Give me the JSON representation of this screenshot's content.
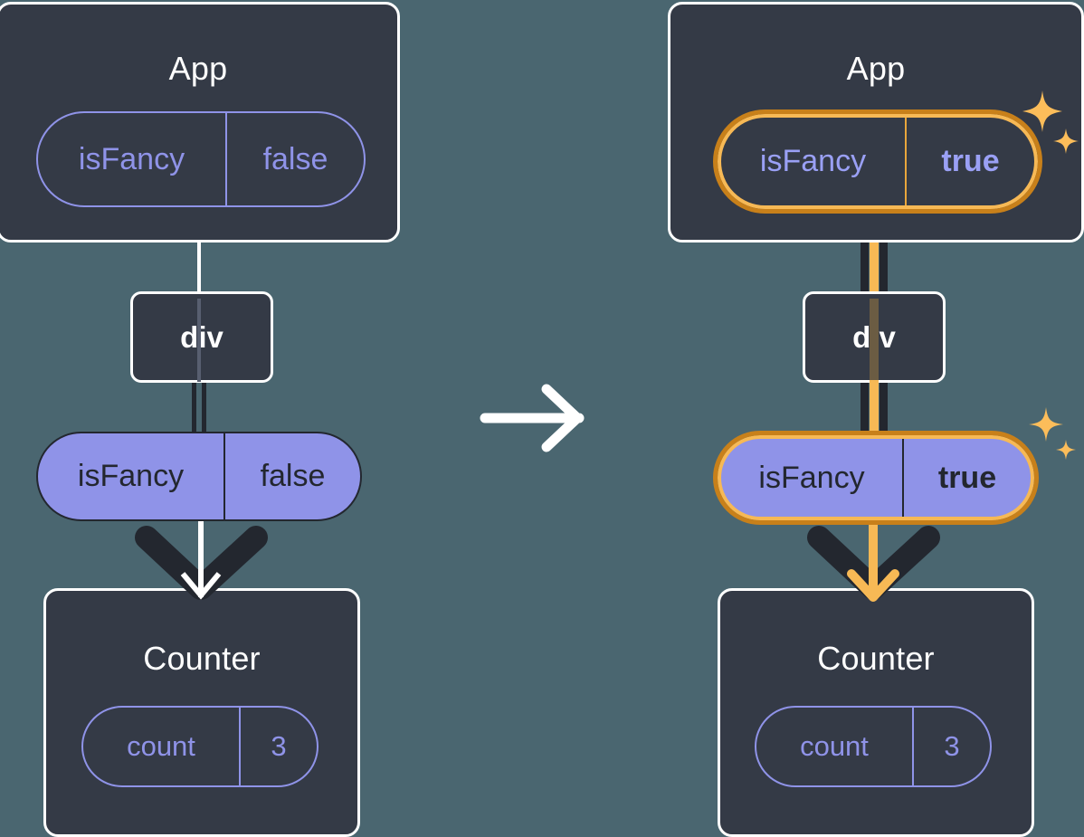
{
  "diagram": {
    "type": "react-state-propagation",
    "background_color": "#4a6670",
    "accent_colors": {
      "panel": "#343a46",
      "outline_white": "#ffffff",
      "pill_purple": "#8f93e8",
      "pill_text_dark": "#23272f",
      "highlight_ring_inner": "#f7b955",
      "highlight_ring_outer": "#c8801a",
      "sparkle": "#fcbd5a"
    },
    "transition": {
      "icon": "arrow-right-icon",
      "color": "#ffffff"
    },
    "panels": [
      {
        "id": "before",
        "app": {
          "title": "App",
          "state": {
            "key": "isFancy",
            "value": "false",
            "highlighted": false
          }
        },
        "div": {
          "label": "div"
        },
        "prop": {
          "key": "isFancy",
          "value": "false",
          "highlighted": false
        },
        "counter": {
          "title": "Counter",
          "state": {
            "key": "count",
            "value": "3",
            "highlighted": false
          }
        },
        "edge_color": "#23272f",
        "sparkles": false
      },
      {
        "id": "after",
        "app": {
          "title": "App",
          "state": {
            "key": "isFancy",
            "value": "true",
            "highlighted": true
          }
        },
        "div": {
          "label": "div"
        },
        "prop": {
          "key": "isFancy",
          "value": "true",
          "highlighted": true
        },
        "counter": {
          "title": "Counter",
          "state": {
            "key": "count",
            "value": "3",
            "highlighted": false
          }
        },
        "edge_color": "#f7b955",
        "sparkles": true
      }
    ]
  }
}
